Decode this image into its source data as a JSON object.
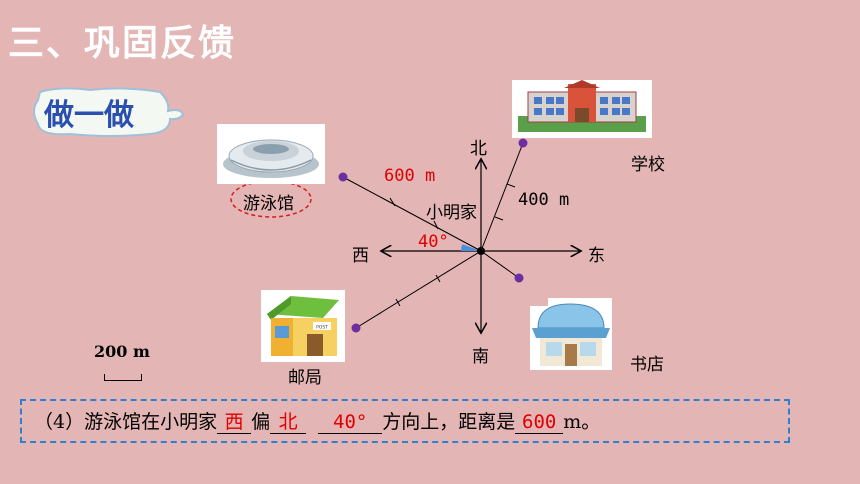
{
  "slide": {
    "title": "三、巩固反馈"
  },
  "badge": {
    "label": "做一做"
  },
  "directions": {
    "north": "北",
    "south": "南",
    "east": "东",
    "west": "西"
  },
  "places": {
    "center": "小明家",
    "school": "学校",
    "stadium": "游泳馆",
    "post_office": "邮局",
    "bookstore": "书店"
  },
  "measurements": {
    "stadium_distance": "600 m",
    "school_distance": "400 m",
    "stadium_angle": "40°",
    "scale": "200 m"
  },
  "question": {
    "prefix": "（4）游泳馆在小明家",
    "blank1": "西",
    "mid1": "偏",
    "blank2": "北",
    "blank3": "40°",
    "mid2": "方向上，距离是",
    "blank4": "600",
    "suffix": "m。"
  },
  "colors": {
    "background": "#e4b5b5",
    "accent_red": "#e00000",
    "point": "#6b2fa0",
    "frame": "#2f7fcf"
  }
}
